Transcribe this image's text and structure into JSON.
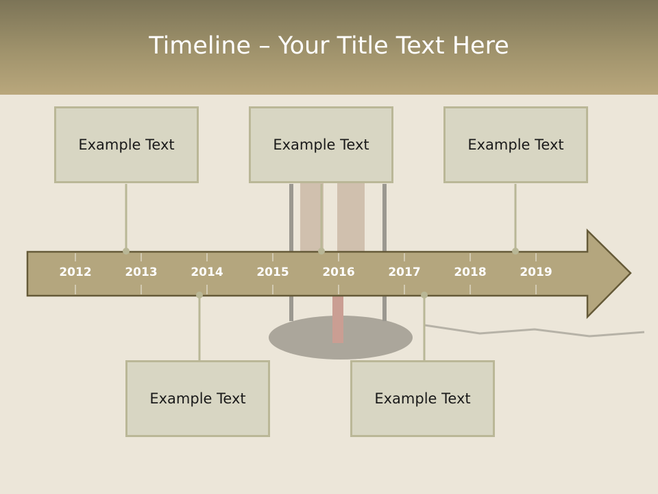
{
  "title": "Timeline – Your Title Text Here",
  "colors": {
    "header": "#a0936c",
    "arrow_fill": "#b4a67e",
    "arrow_stroke": "#655a38",
    "card_fill": "#d8d6c3",
    "card_border": "#bab797",
    "connector": "#b9b796"
  },
  "timeline": {
    "years": [
      "2012",
      "2013",
      "2014",
      "2015",
      "2016",
      "2017",
      "2018",
      "2019"
    ]
  },
  "cards": {
    "top": [
      "Example Text",
      "Example Text",
      "Example Text"
    ],
    "bottom": [
      "Example Text",
      "Example Text"
    ]
  }
}
